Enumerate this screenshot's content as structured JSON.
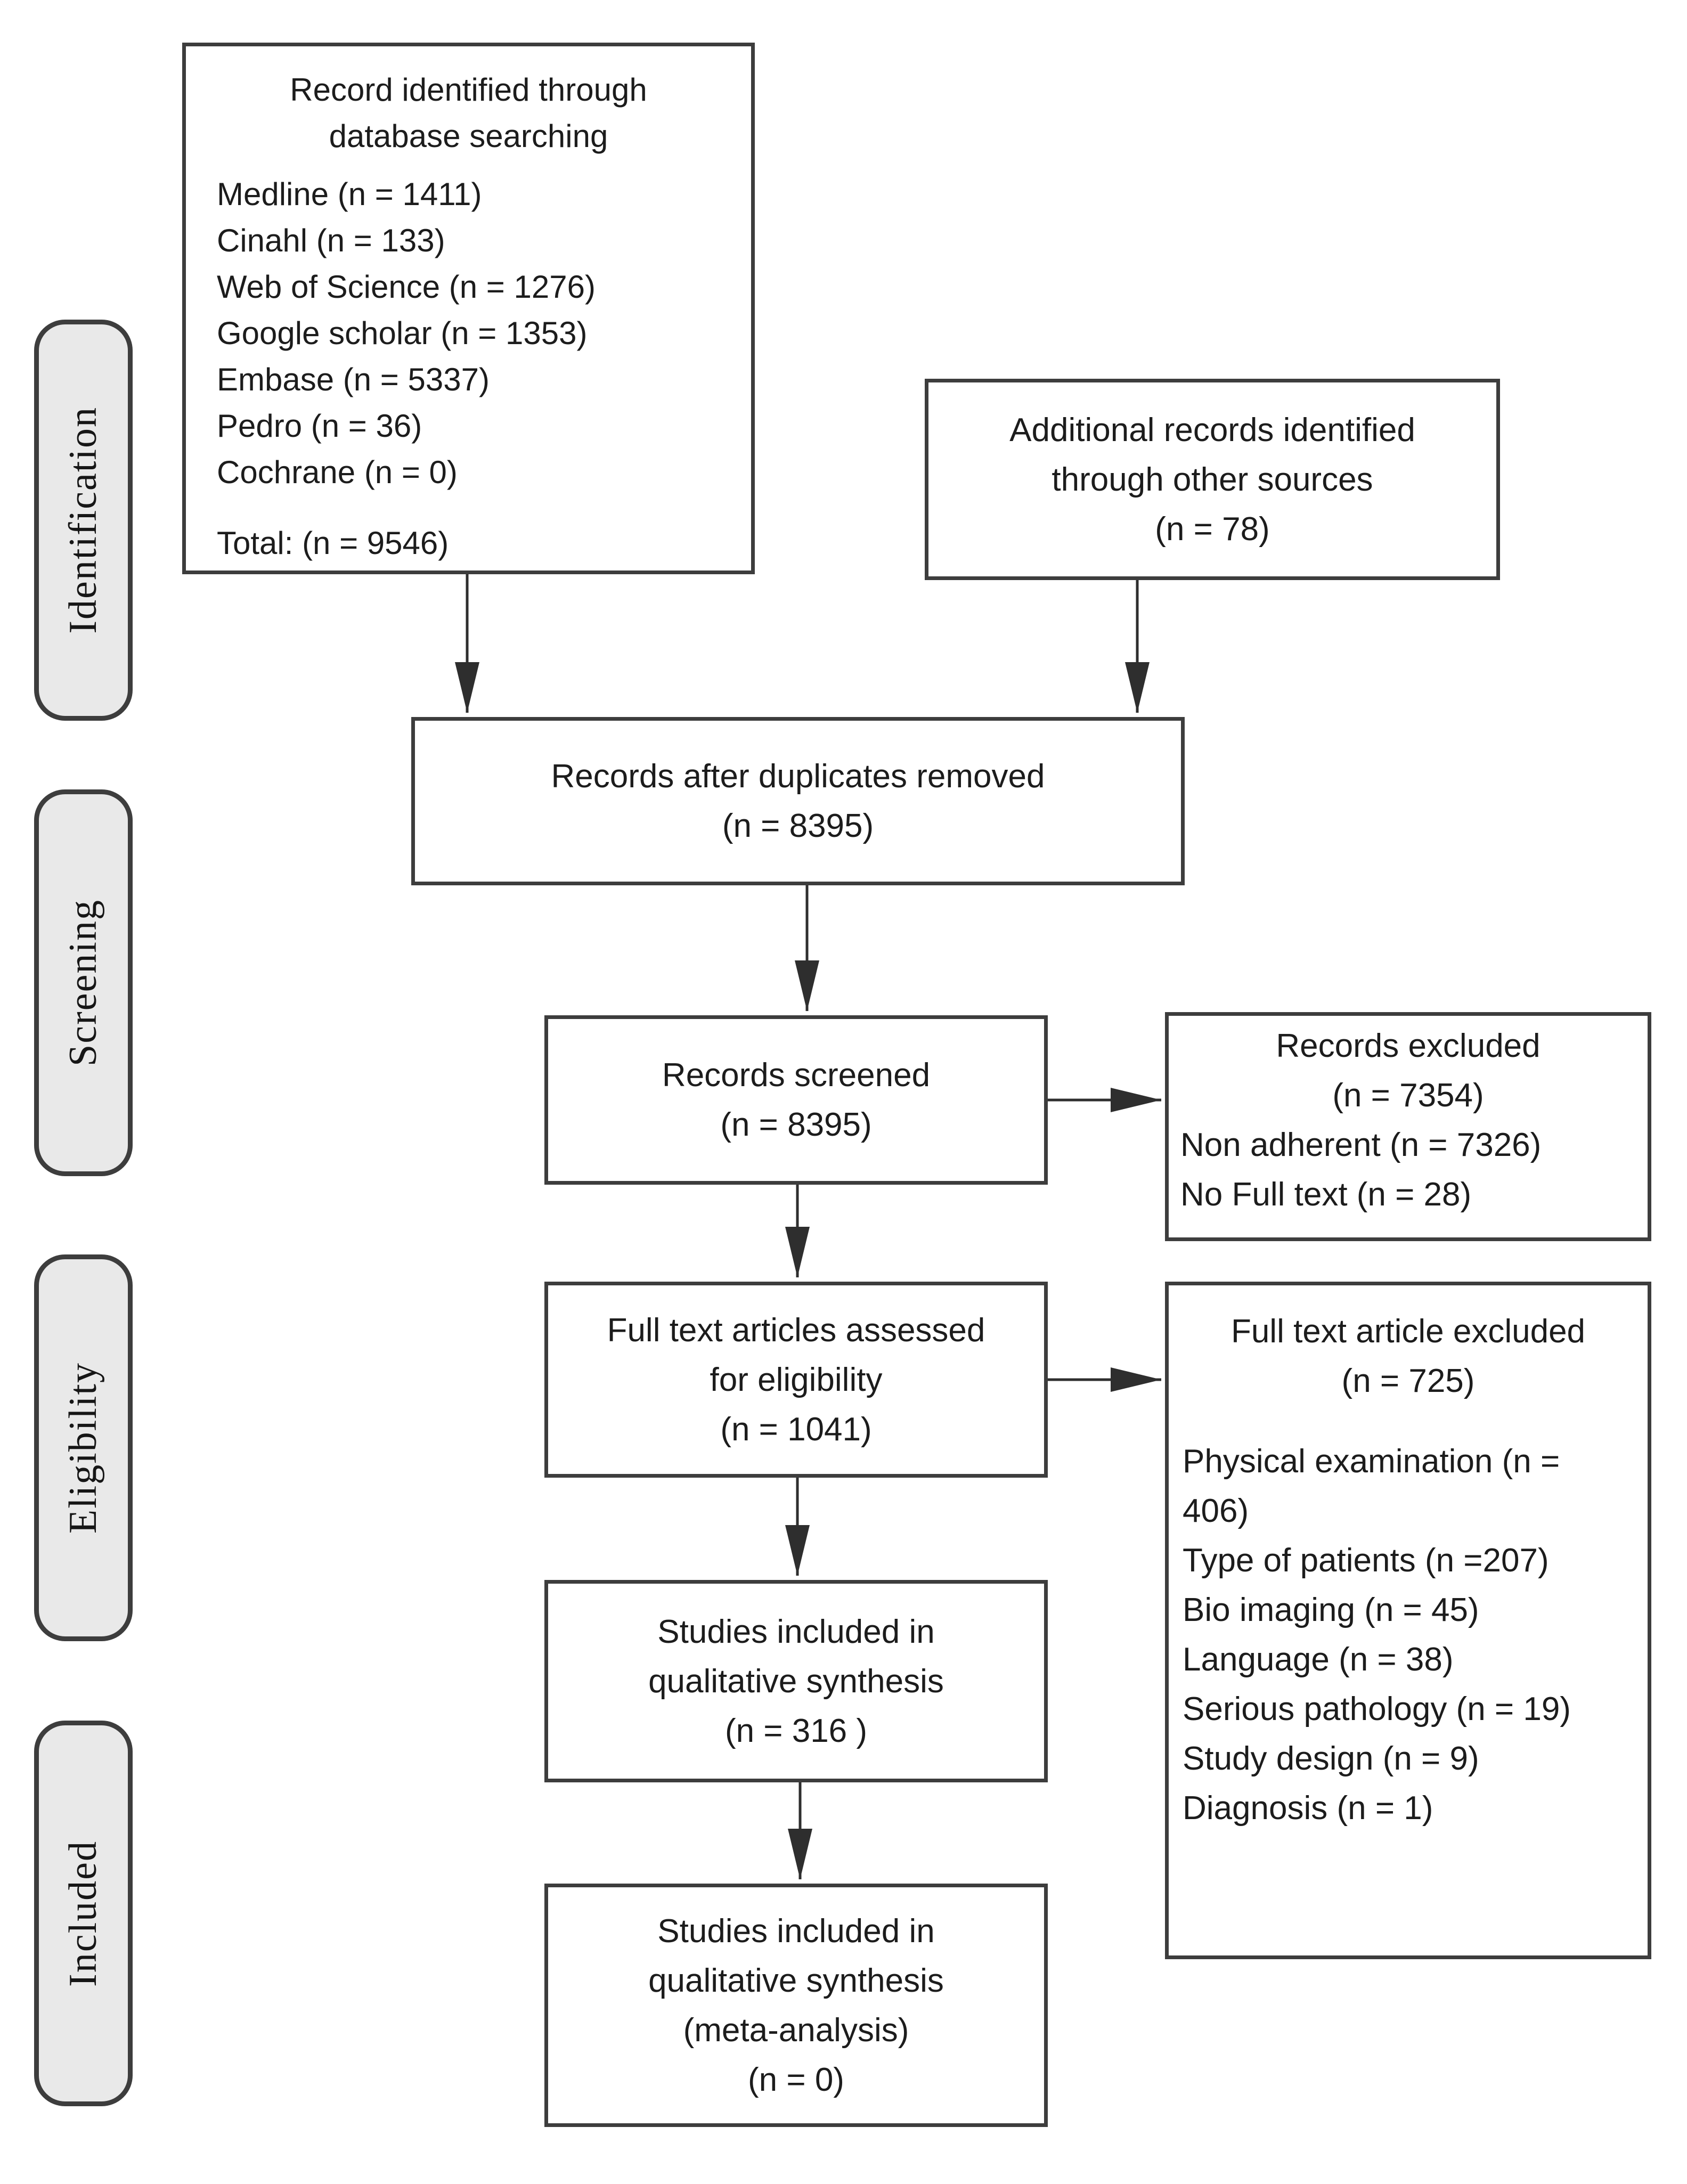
{
  "colors": {
    "box_border": "#3d3d3d",
    "stage_fill": "#e9e9e9",
    "text": "#1c1c1c",
    "arrow": "#2e2e2e",
    "background": "#ffffff"
  },
  "stages": [
    {
      "label": "Identification"
    },
    {
      "label": "Screening"
    },
    {
      "label": "Eligibility"
    },
    {
      "label": "Included"
    }
  ],
  "boxes": {
    "database_search": {
      "title_lines": [
        "Record identified through",
        "database searching"
      ],
      "items": [
        "Medline (n = 1411)",
        "Cinahl (n = 133)",
        "Web of Science (n = 1276)",
        "Google scholar (n = 1353)",
        "Embase (n = 5337)",
        "Pedro (n = 36)",
        "Cochrane (n = 0)"
      ],
      "total": "Total: (n = 9546)"
    },
    "additional_records": {
      "lines": [
        "Additional records identified",
        "through other sources",
        "(n = 78)"
      ]
    },
    "duplicates_removed": {
      "lines": [
        "Records after duplicates removed",
        "(n = 8395)"
      ]
    },
    "records_screened": {
      "lines": [
        "Records screened",
        "(n = 8395)"
      ]
    },
    "records_excluded": {
      "title_lines": [
        "Records excluded",
        "(n = 7354)"
      ],
      "items": [
        "Non adherent (n = 7326)",
        "No Full text (n = 28)"
      ]
    },
    "fulltext_assessed": {
      "lines": [
        "Full text articles assessed",
        "for eligibility",
        "(n = 1041)"
      ]
    },
    "fulltext_excluded": {
      "title_lines": [
        "Full text article excluded",
        "(n = 725)"
      ],
      "items": [
        "Physical examination (n = 406)",
        "Type of patients (n =207)",
        "Bio imaging (n = 45)",
        "Language (n = 38)",
        "Serious pathology (n = 19)",
        "Study design (n = 9)",
        "Diagnosis (n = 1)"
      ]
    },
    "qualitative_synthesis": {
      "lines": [
        "Studies included in",
        "qualitative synthesis",
        "(n = 316 )"
      ]
    },
    "meta_analysis": {
      "lines": [
        "Studies included in",
        "qualitative synthesis",
        "(meta-analysis)",
        "(n = 0)"
      ]
    }
  }
}
